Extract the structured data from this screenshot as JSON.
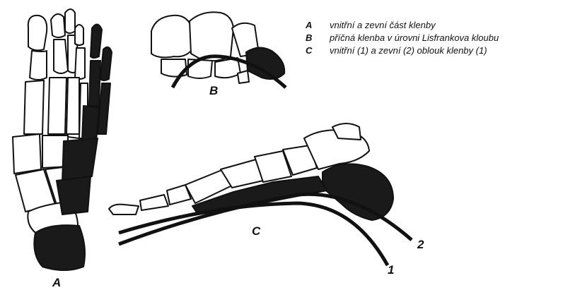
{
  "figure": {
    "labels": {
      "panel_a": "A",
      "panel_b": "B",
      "panel_c": "C",
      "arch_1": "1",
      "arch_2": "2"
    }
  },
  "legend": [
    {
      "key": "A",
      "text": "vnitřní a zevní část klenby"
    },
    {
      "key": "B",
      "text": "příčná klenba v úrovni Lisfrankova kloubu"
    },
    {
      "key": "C",
      "text": "vnitřní (1) a zevní (2) oblouk klenby (1)"
    }
  ],
  "colors": {
    "ink": "#111111",
    "bone_fill": "#ffffff",
    "dark_fill": "#1a1a1a"
  }
}
